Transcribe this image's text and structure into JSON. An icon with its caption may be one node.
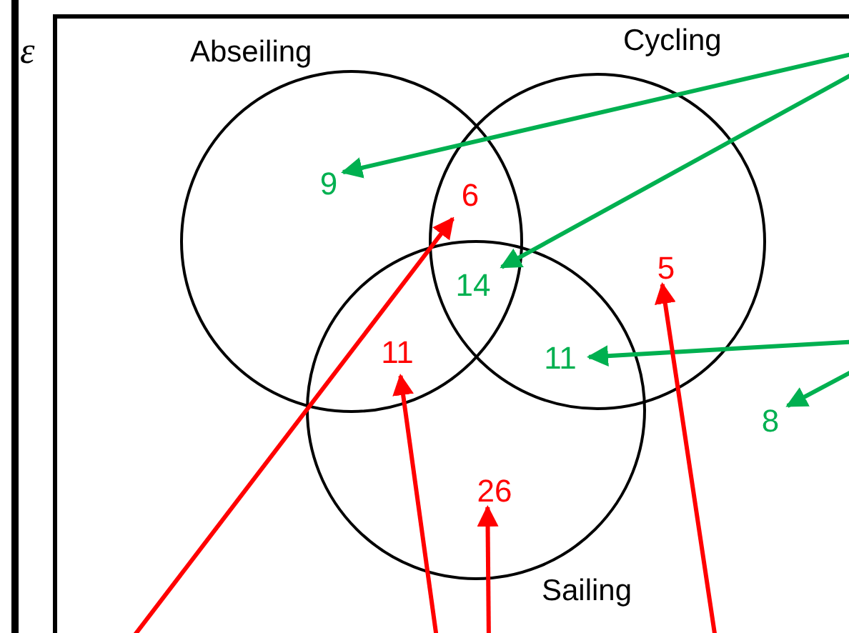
{
  "diagram": {
    "nodes": [
      {
        "text": [
          "ε"
        ]
      },
      {
        "text": [
          "Abseiling"
        ],
        "in": 0
      },
      {
        "text": [
          "Cycling"
        ],
        "in": 0
      },
      {
        "text": [
          "Sailing"
        ],
        "in": 0
      },
      {
        "text": [
          "9"
        ],
        "in": 1
      },
      {
        "text": [
          "6"
        ]
      },
      {
        "text": [
          "14"
        ]
      },
      {
        "text": [
          "5"
        ],
        "in": 2
      },
      {
        "text": [
          "11"
        ]
      },
      {
        "text": [
          "11"
        ]
      },
      {
        "text": [
          "8"
        ],
        "in": 0
      },
      {
        "text": [
          "26"
        ],
        "in": 3
      }
    ],
    "edges": [
      {
        "from": null,
        "to": 4,
        "arrow": "to",
        "color": "#00b050"
      },
      {
        "from": null,
        "to": 6,
        "arrow": "to",
        "color": "#00b050"
      },
      {
        "from": null,
        "to": 9,
        "arrow": "to",
        "color": "#00b050"
      },
      {
        "from": null,
        "to": 10,
        "arrow": "to",
        "color": "#00b050"
      },
      {
        "from": null,
        "to": 5,
        "arrow": "to",
        "color": "#ff0000"
      },
      {
        "from": null,
        "to": 8,
        "arrow": "to",
        "color": "#ff0000"
      },
      {
        "from": null,
        "to": 11,
        "arrow": "to",
        "color": "#ff0000"
      },
      {
        "from": null,
        "to": 7,
        "arrow": "to",
        "color": "#ff0000"
      }
    ]
  }
}
